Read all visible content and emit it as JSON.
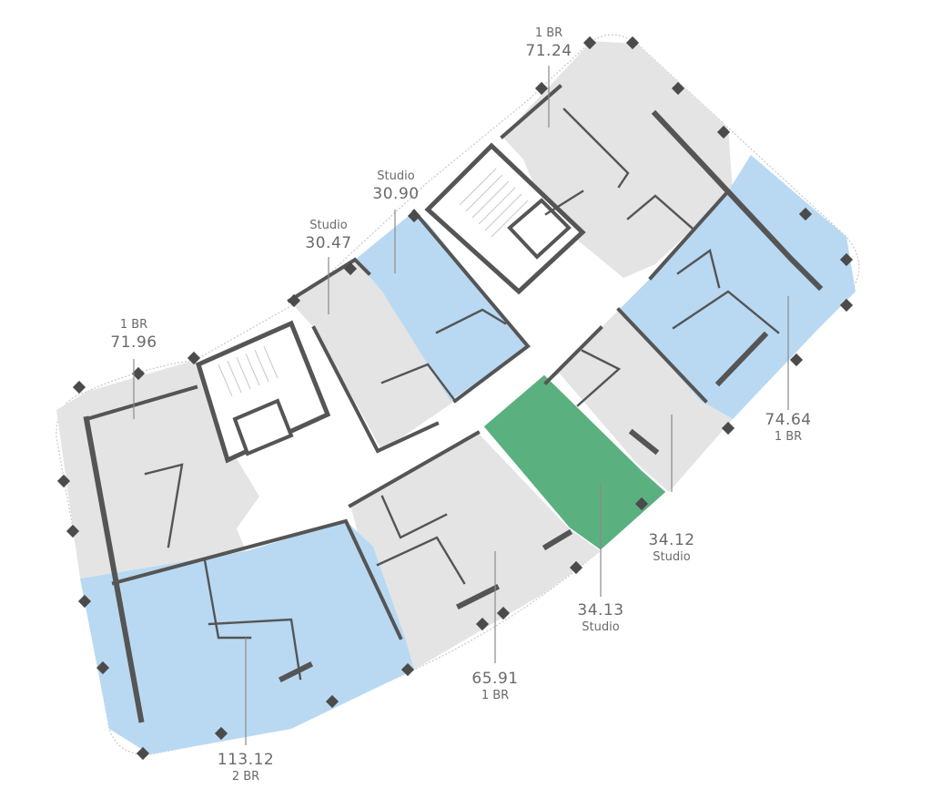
{
  "colors": {
    "available": "#b9d9f2",
    "unavailable": "#e4e4e4",
    "selected": "#5bb07f",
    "wall": "#555555",
    "label": "#6a6a6a"
  },
  "units": [
    {
      "id": "u1",
      "type": "1 BR",
      "area": "71.24",
      "status": "unavailable",
      "label_order": "type-first"
    },
    {
      "id": "u2",
      "type": "Studio",
      "area": "30.90",
      "status": "available",
      "label_order": "type-first"
    },
    {
      "id": "u3",
      "type": "Studio",
      "area": "30.47",
      "status": "unavailable",
      "label_order": "type-first"
    },
    {
      "id": "u4",
      "type": "1 BR",
      "area": "71.96",
      "status": "unavailable",
      "label_order": "type-first"
    },
    {
      "id": "u5",
      "type": "1 BR",
      "area": "74.64",
      "status": "available",
      "label_order": "area-first"
    },
    {
      "id": "u6",
      "type": "Studio",
      "area": "34.12",
      "status": "unavailable",
      "label_order": "area-first"
    },
    {
      "id": "u7",
      "type": "Studio",
      "area": "34.13",
      "status": "selected",
      "label_order": "area-first"
    },
    {
      "id": "u8",
      "type": "1 BR",
      "area": "65.91",
      "status": "unavailable",
      "label_order": "area-first"
    },
    {
      "id": "u9",
      "type": "2 BR",
      "area": "113.12",
      "status": "available",
      "label_order": "area-first"
    }
  ]
}
